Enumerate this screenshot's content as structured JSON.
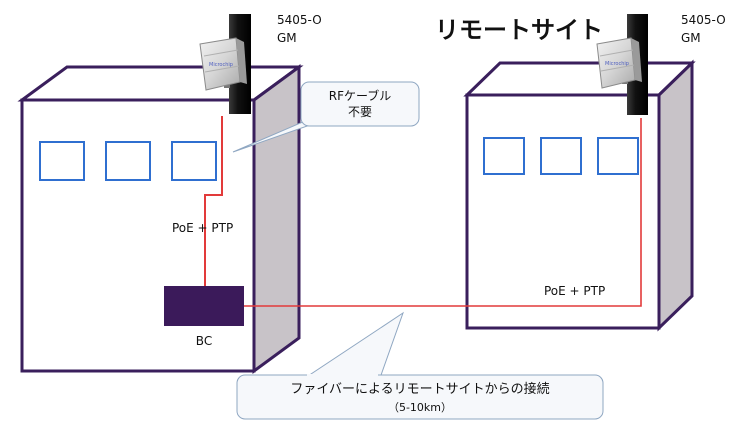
{
  "site_title": "リモートサイト",
  "gm_left": {
    "line1": "5405-O",
    "line2": "GM"
  },
  "gm_right": {
    "line1": "5405-O",
    "line2": "GM"
  },
  "callout_rf": {
    "line1": "RFケーブル",
    "line2": "不要"
  },
  "label_poe_left": "PoE + PTP",
  "label_poe_right": "PoE + PTP",
  "label_bc": "BC",
  "callout_fiber": {
    "line1": "ファイバーによるリモートサイトからの接続",
    "line2": "（5-10km）"
  },
  "colors": {
    "building_outline": "#3a1f5c",
    "building_side": "#c8c3c8",
    "window_outline": "#2f6fd0",
    "cable": "#e23a3a",
    "bc_box": "#3b1a5a",
    "callout_border": "#8fa7c2",
    "callout_fill": "#f6f8fb"
  },
  "icons": [
    "antenna-unit-icon",
    "mast-pole-icon"
  ]
}
